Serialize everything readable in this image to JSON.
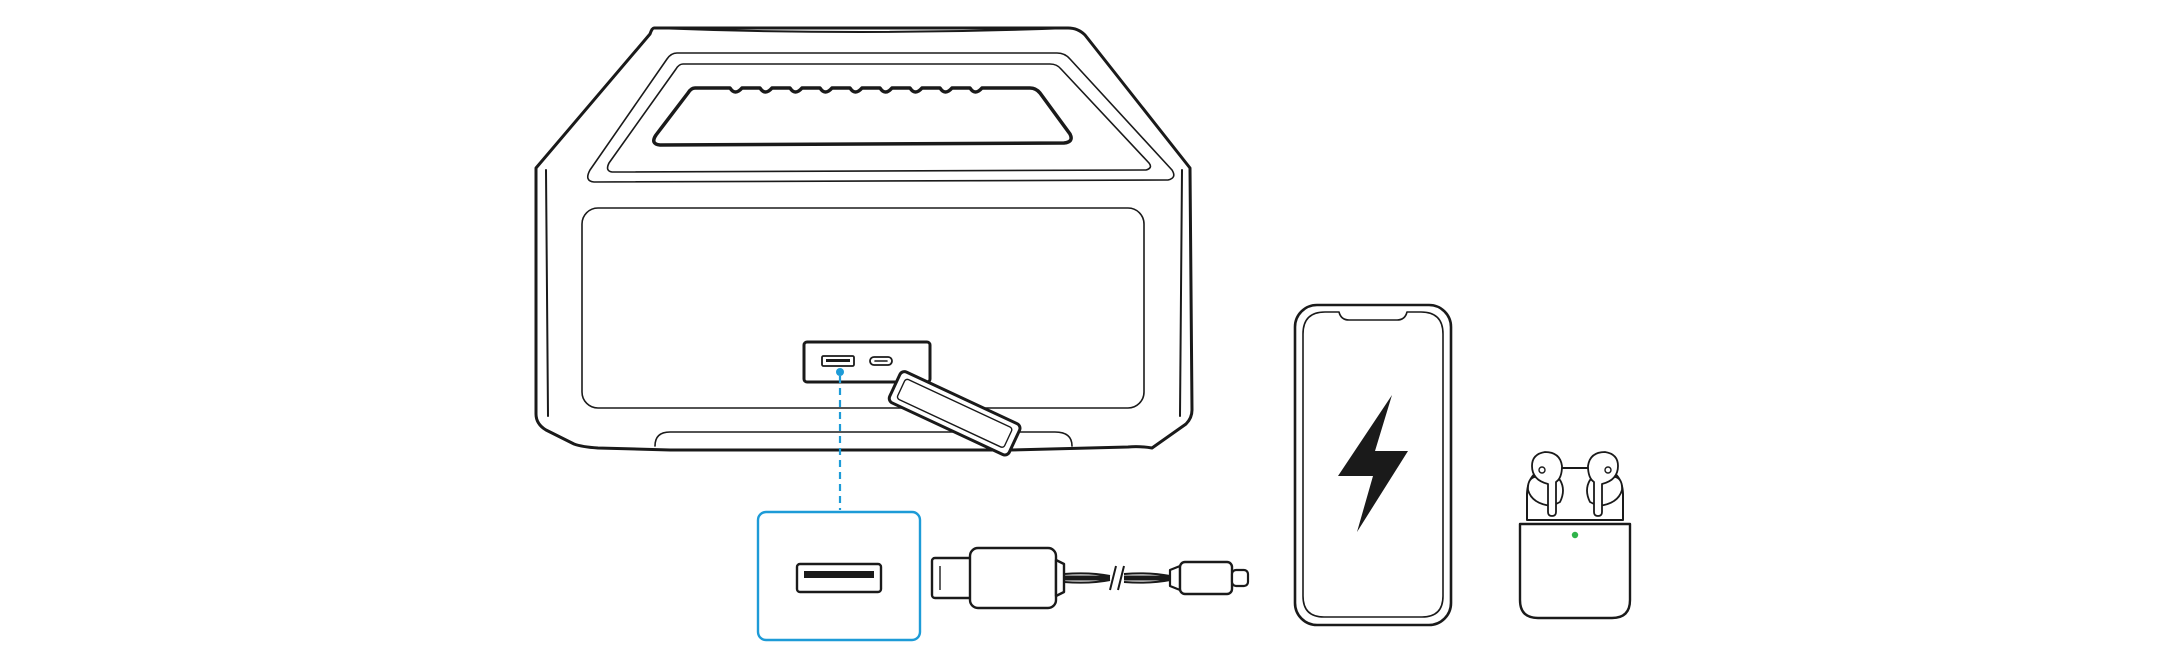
{
  "diagram": {
    "kind": "usb-a-charging-illustration",
    "device": "portable-speaker",
    "ports": [
      "usb-a-port",
      "usb-c-port"
    ],
    "highlighted_port": "usb-a-port",
    "cable": "usb-a-to-usb-c-cable",
    "charging_targets": [
      "smartphone",
      "wireless-earbuds"
    ],
    "phone_screen_icon": "lightning-bolt-icon",
    "colors": {
      "line": "#1a1a1a",
      "accent": "#1d9bd7",
      "earbuds_led": "#2fb34a",
      "background": "#ffffff"
    }
  }
}
